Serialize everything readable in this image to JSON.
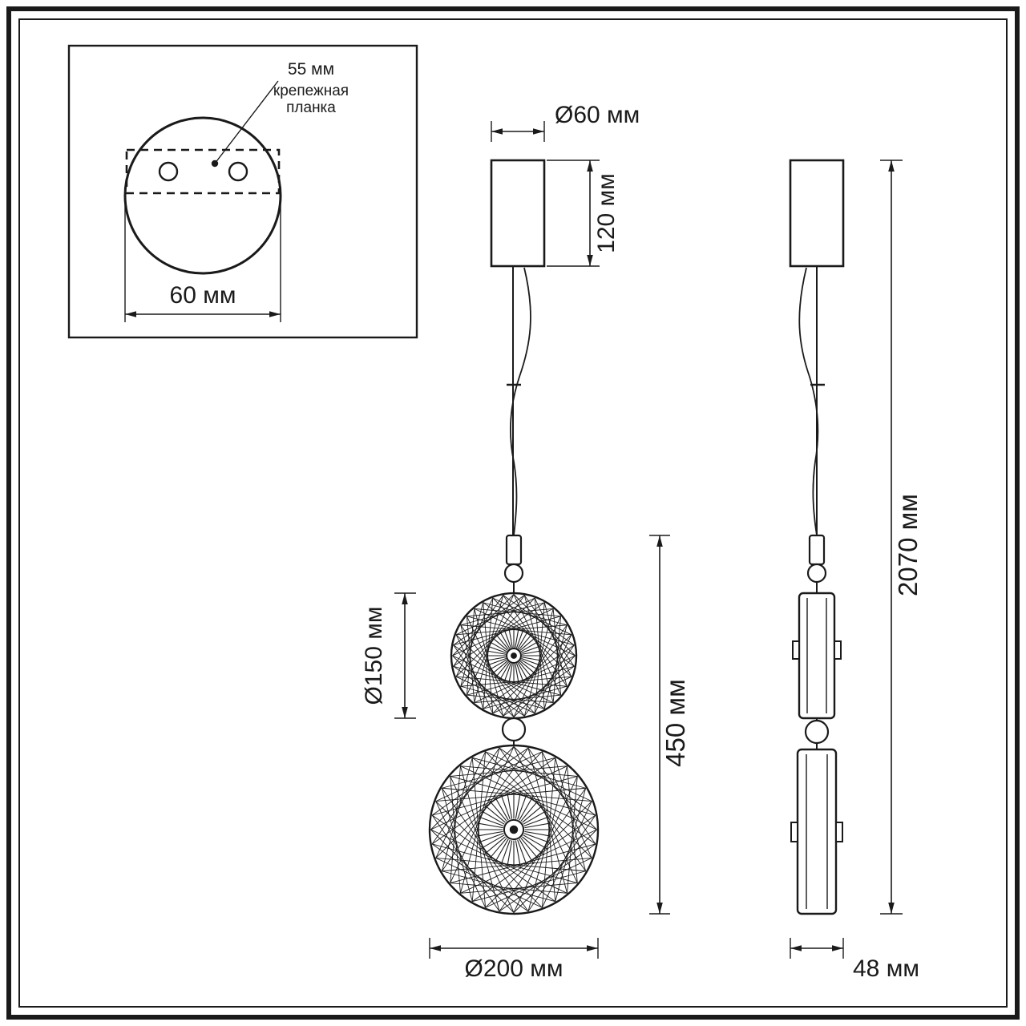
{
  "colors": {
    "line": "#1a1a1a",
    "background": "#ffffff"
  },
  "inset": {
    "dim_55": "55 мм",
    "plate_label_line1": "крепежная",
    "plate_label_line2": "планка",
    "dim_60": "60 мм"
  },
  "front_view": {
    "dia_canopy": "Ø60 мм",
    "canopy_height": "120 мм",
    "dia_small_disc": "Ø150 мм",
    "fixture_height": "450 мм",
    "dia_large_disc": "Ø200 мм"
  },
  "side_view": {
    "total_height": "2070 мм",
    "width": "48 мм"
  }
}
